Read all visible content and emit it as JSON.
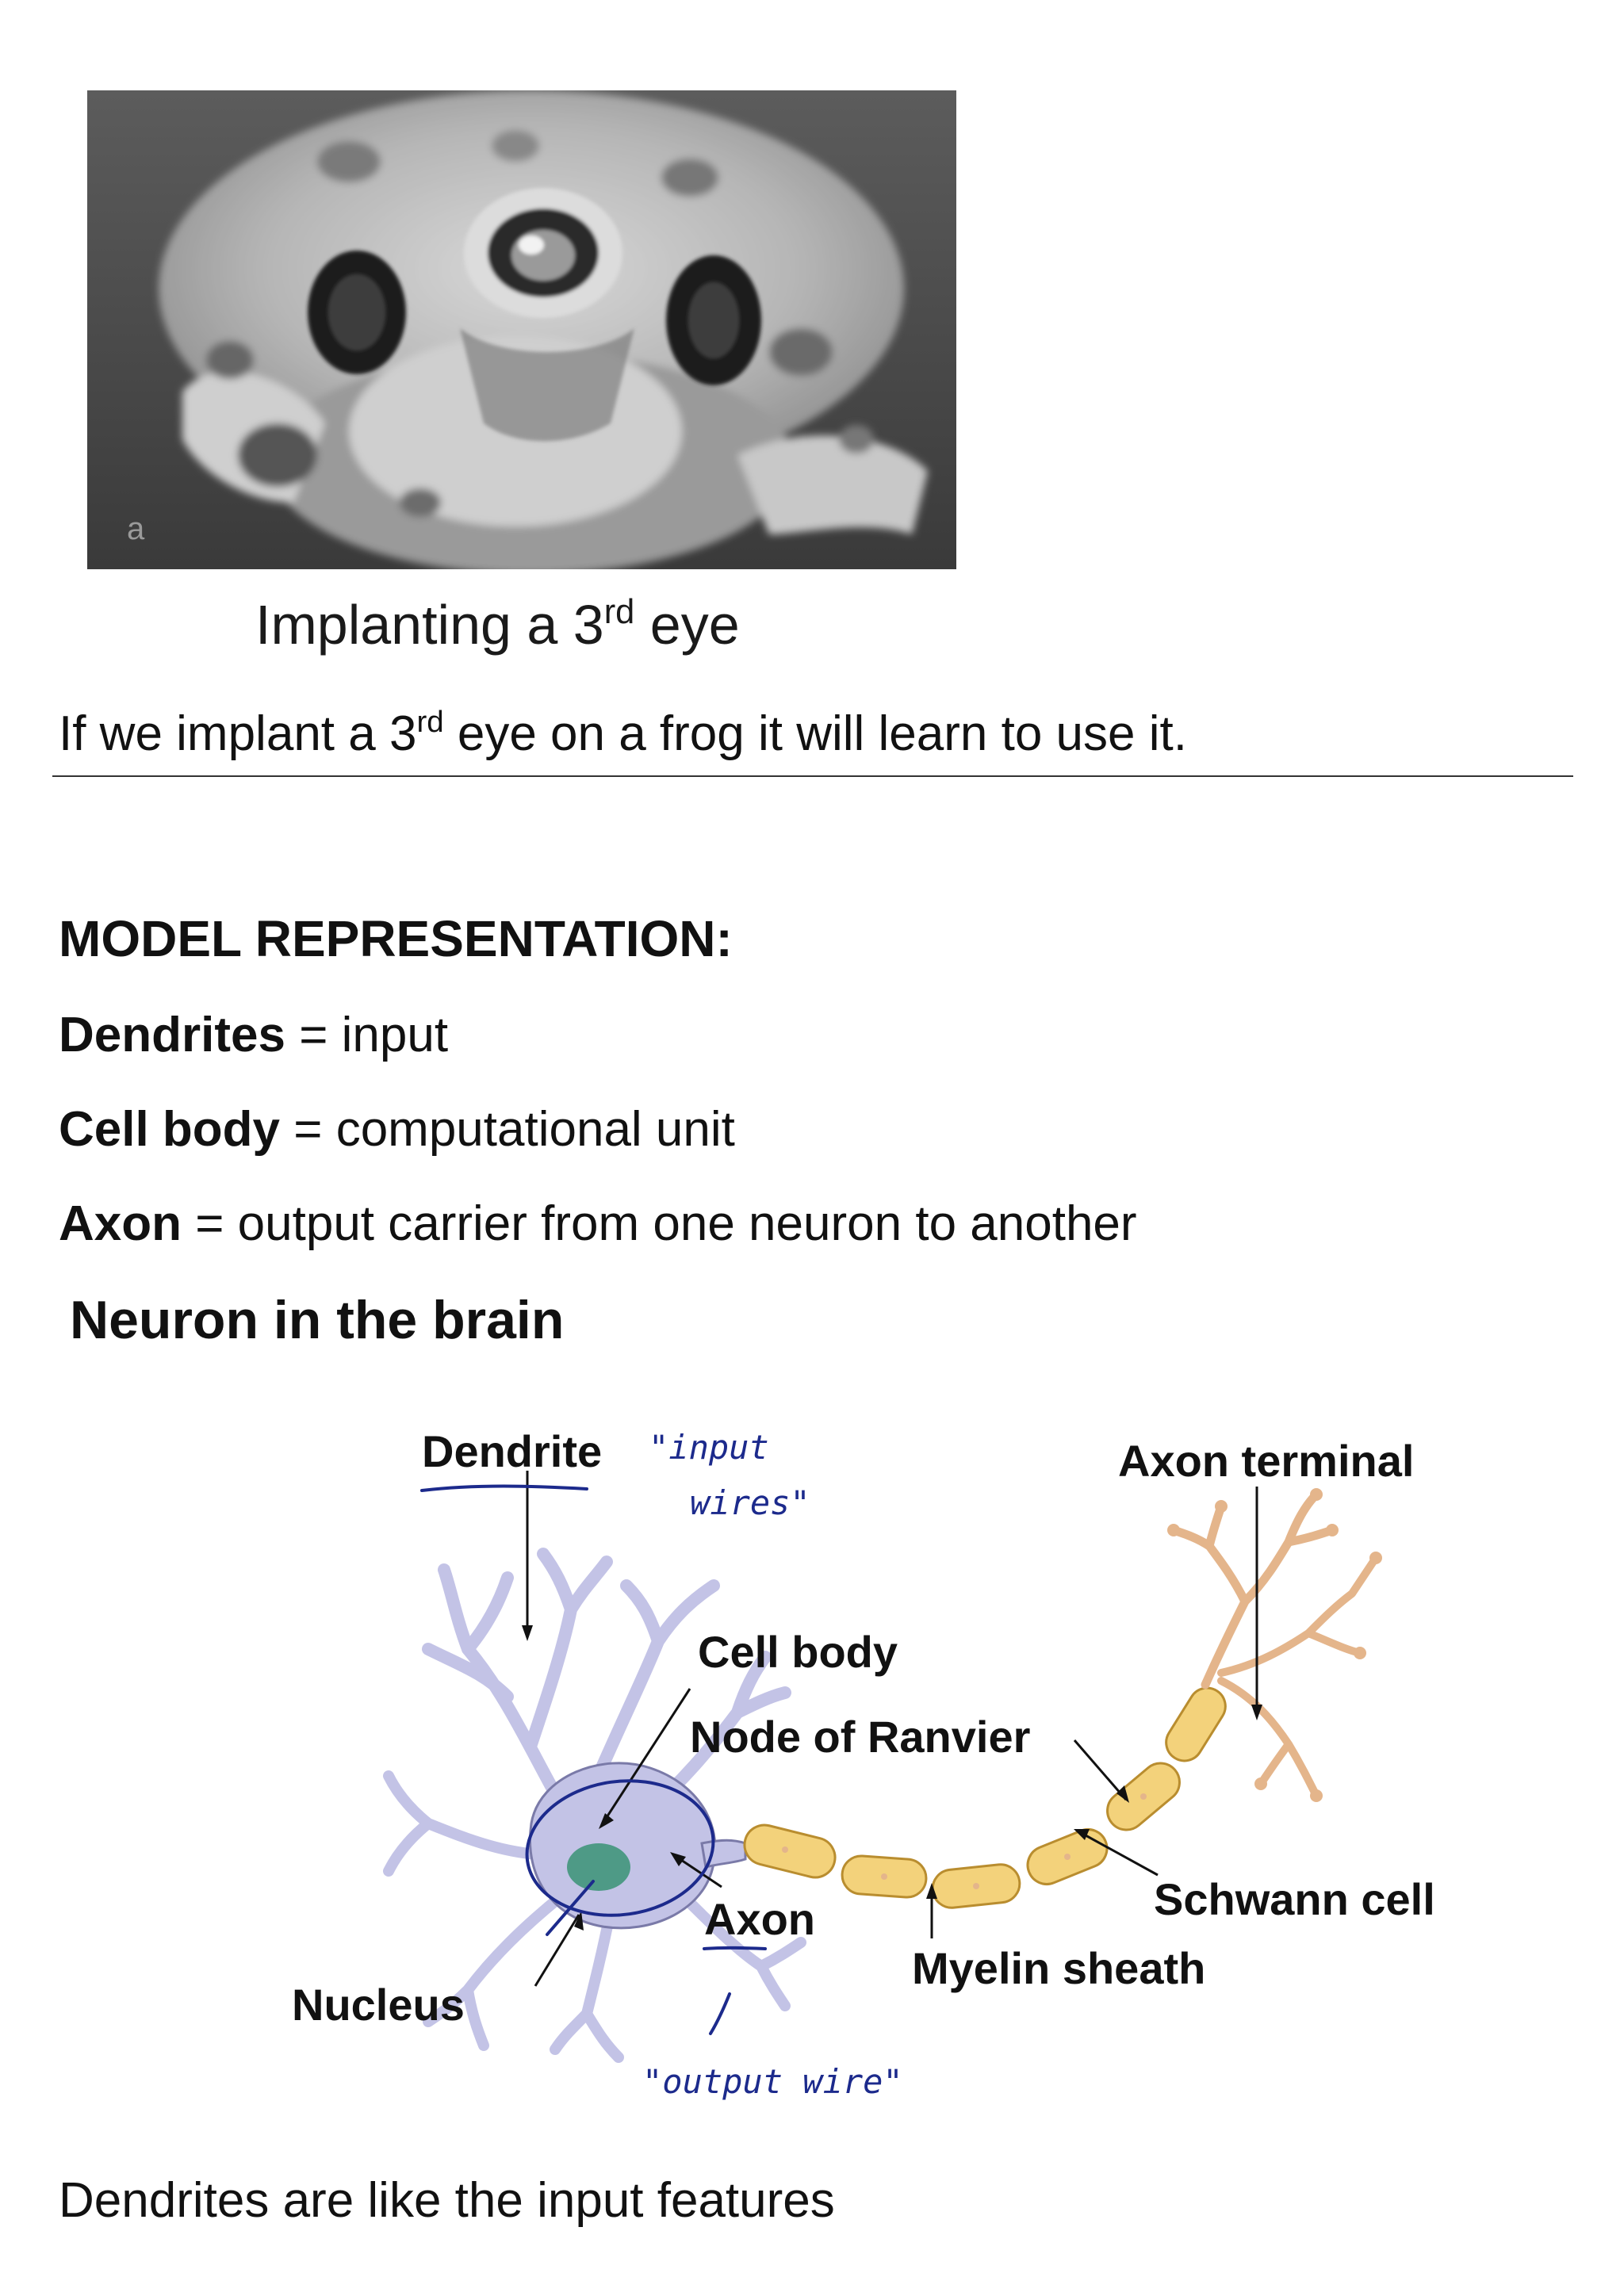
{
  "frog_figure": {
    "panel_letter": "a",
    "caption_main": "Implanting a 3",
    "caption_sup": "rd",
    "caption_end": " eye"
  },
  "intro": {
    "before": "If we implant a 3",
    "sup": "rd",
    "after": " eye on a frog it will learn to use it."
  },
  "model": {
    "heading": "MODEL REPRESENTATION:",
    "definitions": [
      {
        "term": "Dendrites",
        "desc": " = input"
      },
      {
        "term": "Cell body",
        "desc": " = computational unit"
      },
      {
        "term": "Axon",
        "desc": " = output carrier from one neuron to another"
      }
    ]
  },
  "neuron": {
    "heading": "Neuron in the brain",
    "labels": {
      "dendrite": "Dendrite",
      "axon_terminal": "Axon terminal",
      "cell_body": "Cell body",
      "node_of_ranvier": "Node of Ranvier",
      "schwann_cell": "Schwann cell",
      "axon": "Axon",
      "myelin_sheath": "Myelin sheath",
      "nucleus": "Nucleus"
    },
    "annotations": {
      "input_line1": "\"input",
      "input_line2": "wires\"",
      "output": "\"output wire\""
    },
    "colors": {
      "dendrite_fill": "#c3c3e6",
      "dendrite_stroke": "#7a7aa8",
      "myelin_fill": "#f3d27b",
      "myelin_stroke": "#b98d2f",
      "terminal_fill": "#e4b58b",
      "nucleus_fill": "#4e9a86",
      "ink_blue": "#1c2a8c"
    }
  },
  "closing": "Dendrites are like the input features"
}
